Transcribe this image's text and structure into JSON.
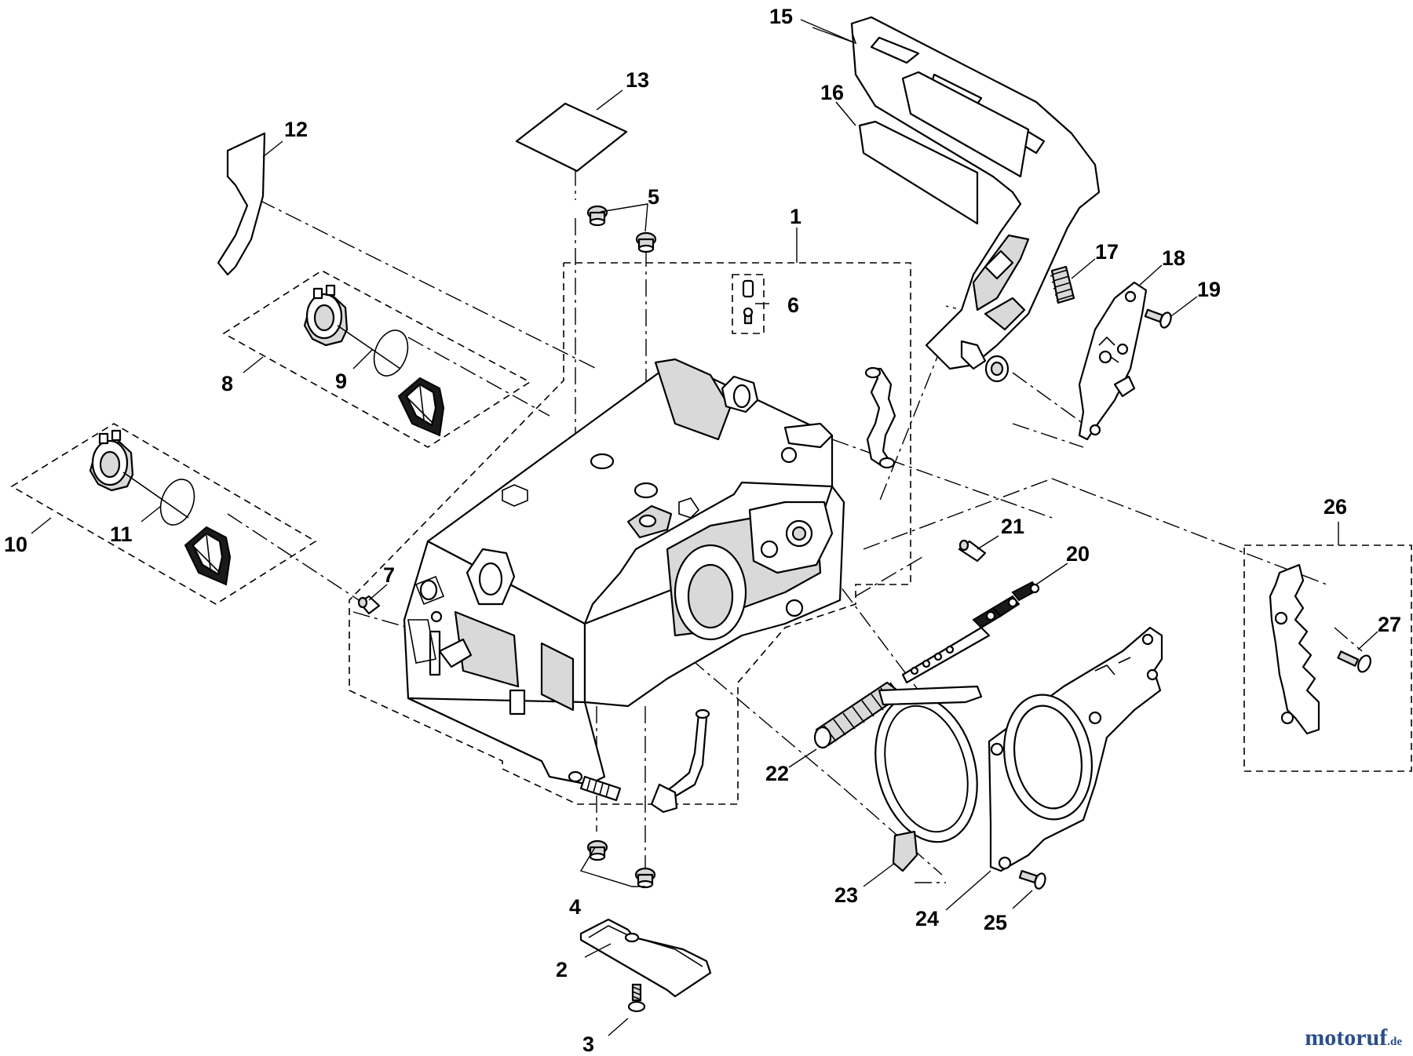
{
  "callouts": {
    "c1": "1",
    "c2": "2",
    "c3": "3",
    "c4": "4",
    "c5": "5",
    "c6": "6",
    "c7": "7",
    "c8": "8",
    "c9": "9",
    "c10": "10",
    "c11": "11",
    "c12": "12",
    "c13": "13",
    "c15": "15",
    "c16": "16",
    "c17": "17",
    "c18": "18",
    "c19": "19",
    "c20": "20",
    "c21": "21",
    "c22": "22",
    "c23": "23",
    "c24": "24",
    "c25": "25",
    "c26": "26",
    "c27": "27"
  },
  "watermark": {
    "logo_text": "motoruf",
    "logo_suffix": ".de"
  }
}
